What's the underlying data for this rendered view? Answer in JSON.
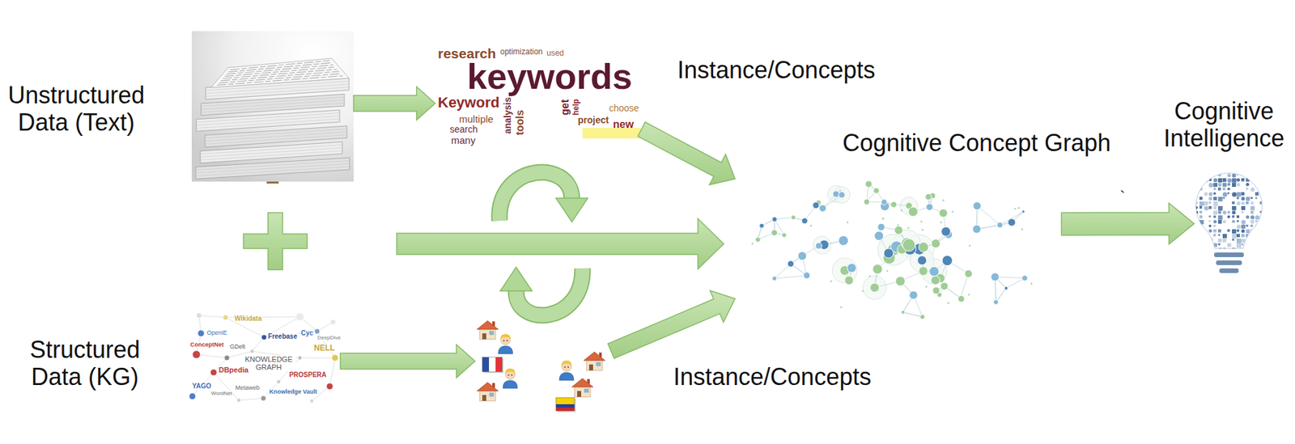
{
  "diagram": {
    "nodes": [
      {
        "text": [
          "Unstructured Data (Text)"
        ]
      },
      {
        "text": [
          "keywords",
          "research",
          "Keyword",
          "optimization",
          "used",
          "analysis",
          "tools",
          "get",
          "multiple",
          "search",
          "many",
          "project",
          "help",
          "new",
          "choose"
        ]
      },
      {
        "text": [
          "Structured Data (KG)",
          "Wikidata",
          "OpenIE",
          "Freebase",
          "Cyc",
          "DeepDive",
          "ConceptNet",
          "GDelt",
          "KNOWLEDGE GRAPH",
          "NELL",
          "DBpedia",
          "PROSPERA",
          "YAGO",
          "WordNet",
          "Metaweb",
          "Knowledge Vault"
        ]
      },
      {
        "text": []
      },
      {
        "text": [
          "Cognitive Concept Graph"
        ]
      },
      {
        "text": [
          "Cognitive Intelligence"
        ]
      }
    ],
    "edges": [
      {
        "from": 0,
        "to": 1,
        "arrow": "to"
      },
      {
        "from": 2,
        "to": 3,
        "arrow": "to"
      },
      {
        "from": 1,
        "to": 4,
        "label": "Instance/Concepts",
        "arrow": "to"
      },
      {
        "from": 3,
        "to": 4,
        "label": "Instance/Concepts",
        "arrow": "to"
      },
      {
        "from": 4,
        "to": 5,
        "arrow": "to"
      }
    ],
    "labels": [
      "`"
    ]
  }
}
